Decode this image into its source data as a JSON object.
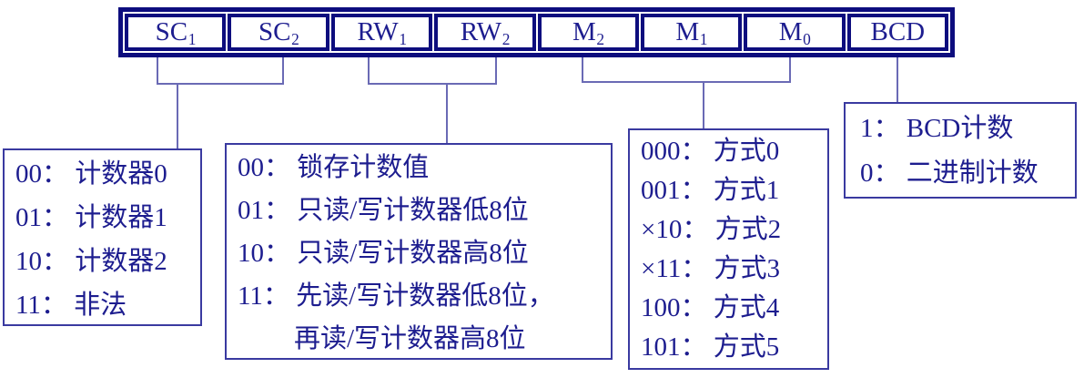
{
  "register": {
    "cells": [
      {
        "base": "SC",
        "sub": "1"
      },
      {
        "base": "SC",
        "sub": "2"
      },
      {
        "base": "RW",
        "sub": "1"
      },
      {
        "base": "RW",
        "sub": "2"
      },
      {
        "base": "M",
        "sub": "2"
      },
      {
        "base": "M",
        "sub": "1"
      },
      {
        "base": "M",
        "sub": "0"
      },
      {
        "base": "BCD",
        "sub": ""
      }
    ]
  },
  "legend_boxes": {
    "sc": {
      "lines": [
        "00： 计数器0",
        "01： 计数器1",
        "10： 计数器2",
        "11： 非法"
      ]
    },
    "rw": {
      "lines": [
        "00： 锁存计数值",
        "01： 只读/写计数器低8位",
        "10： 只读/写计数器高8位",
        "11： 先读/写计数器低8位，",
        "再读/写计数器高8位"
      ]
    },
    "m": {
      "lines": [
        "000： 方式0",
        "001： 方式1",
        "×10： 方式2",
        "×11： 方式3",
        "100： 方式4",
        "101： 方式5"
      ]
    },
    "bcd": {
      "lines": [
        "1： BCD计数",
        "0： 二进制计数"
      ]
    }
  },
  "colors": {
    "register_border": "#0d0d7e",
    "text": "#1d1d8f",
    "box_border": "#3a3aa0",
    "connector": "#6a6ab5",
    "background": "#ffffff"
  }
}
